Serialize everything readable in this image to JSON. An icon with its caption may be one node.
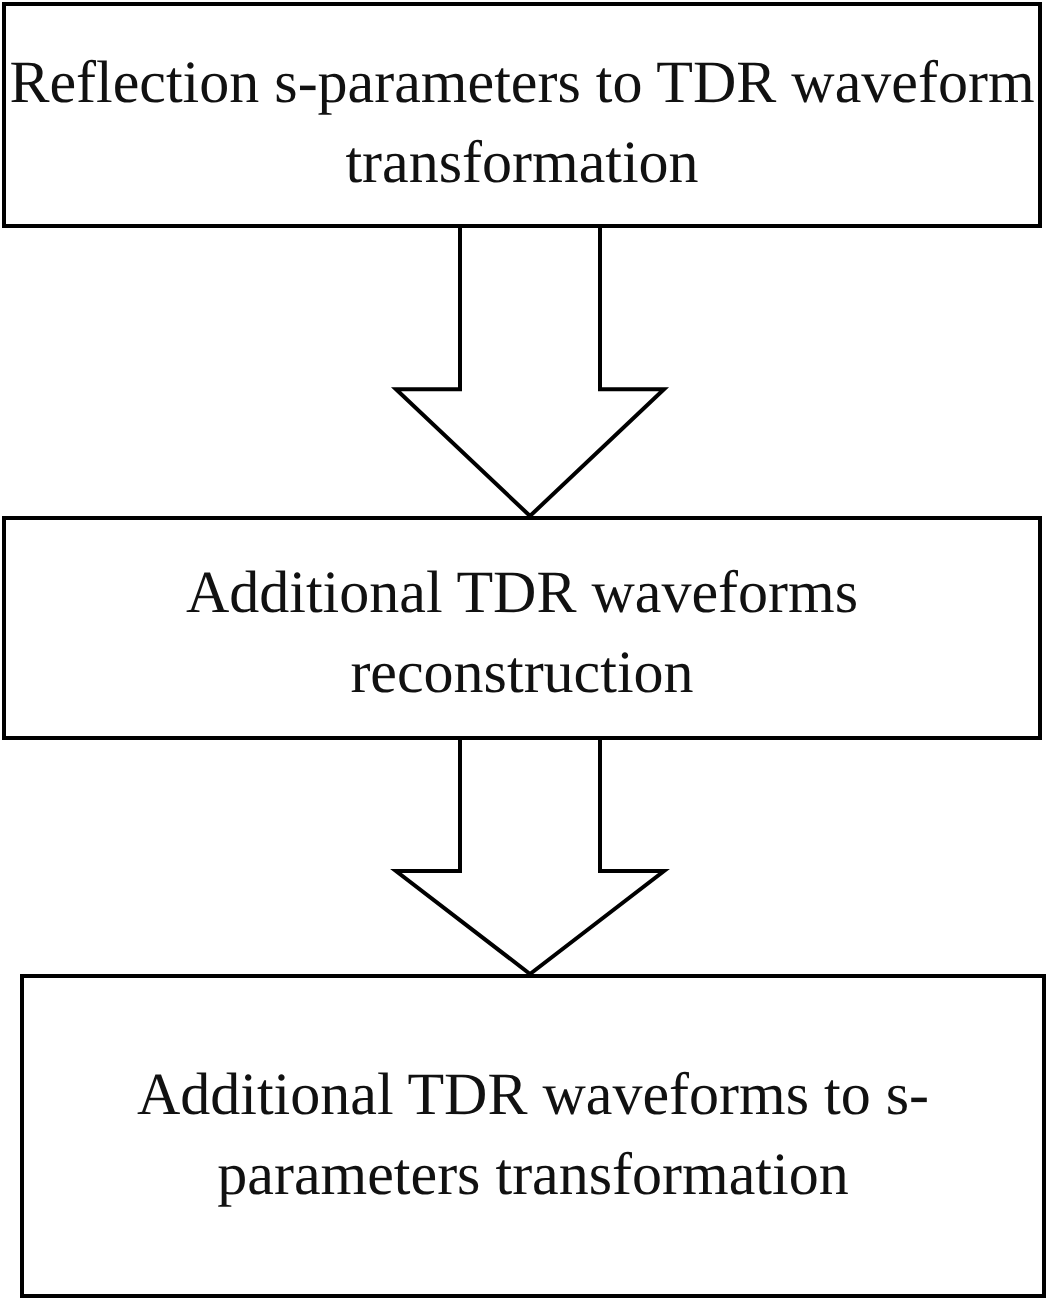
{
  "diagram": {
    "nodes": [
      {
        "text": [
          "Reflection s-parameters to TDR waveform transformation"
        ]
      },
      {
        "text": [
          "Additional TDR waveforms reconstruction"
        ]
      },
      {
        "text": [
          "Additional TDR waveforms to s-parameters transformation"
        ]
      }
    ],
    "edges": [
      {
        "from": 0,
        "to": 1,
        "arrow": "to"
      },
      {
        "from": 1,
        "to": 2,
        "arrow": "to"
      }
    ]
  }
}
